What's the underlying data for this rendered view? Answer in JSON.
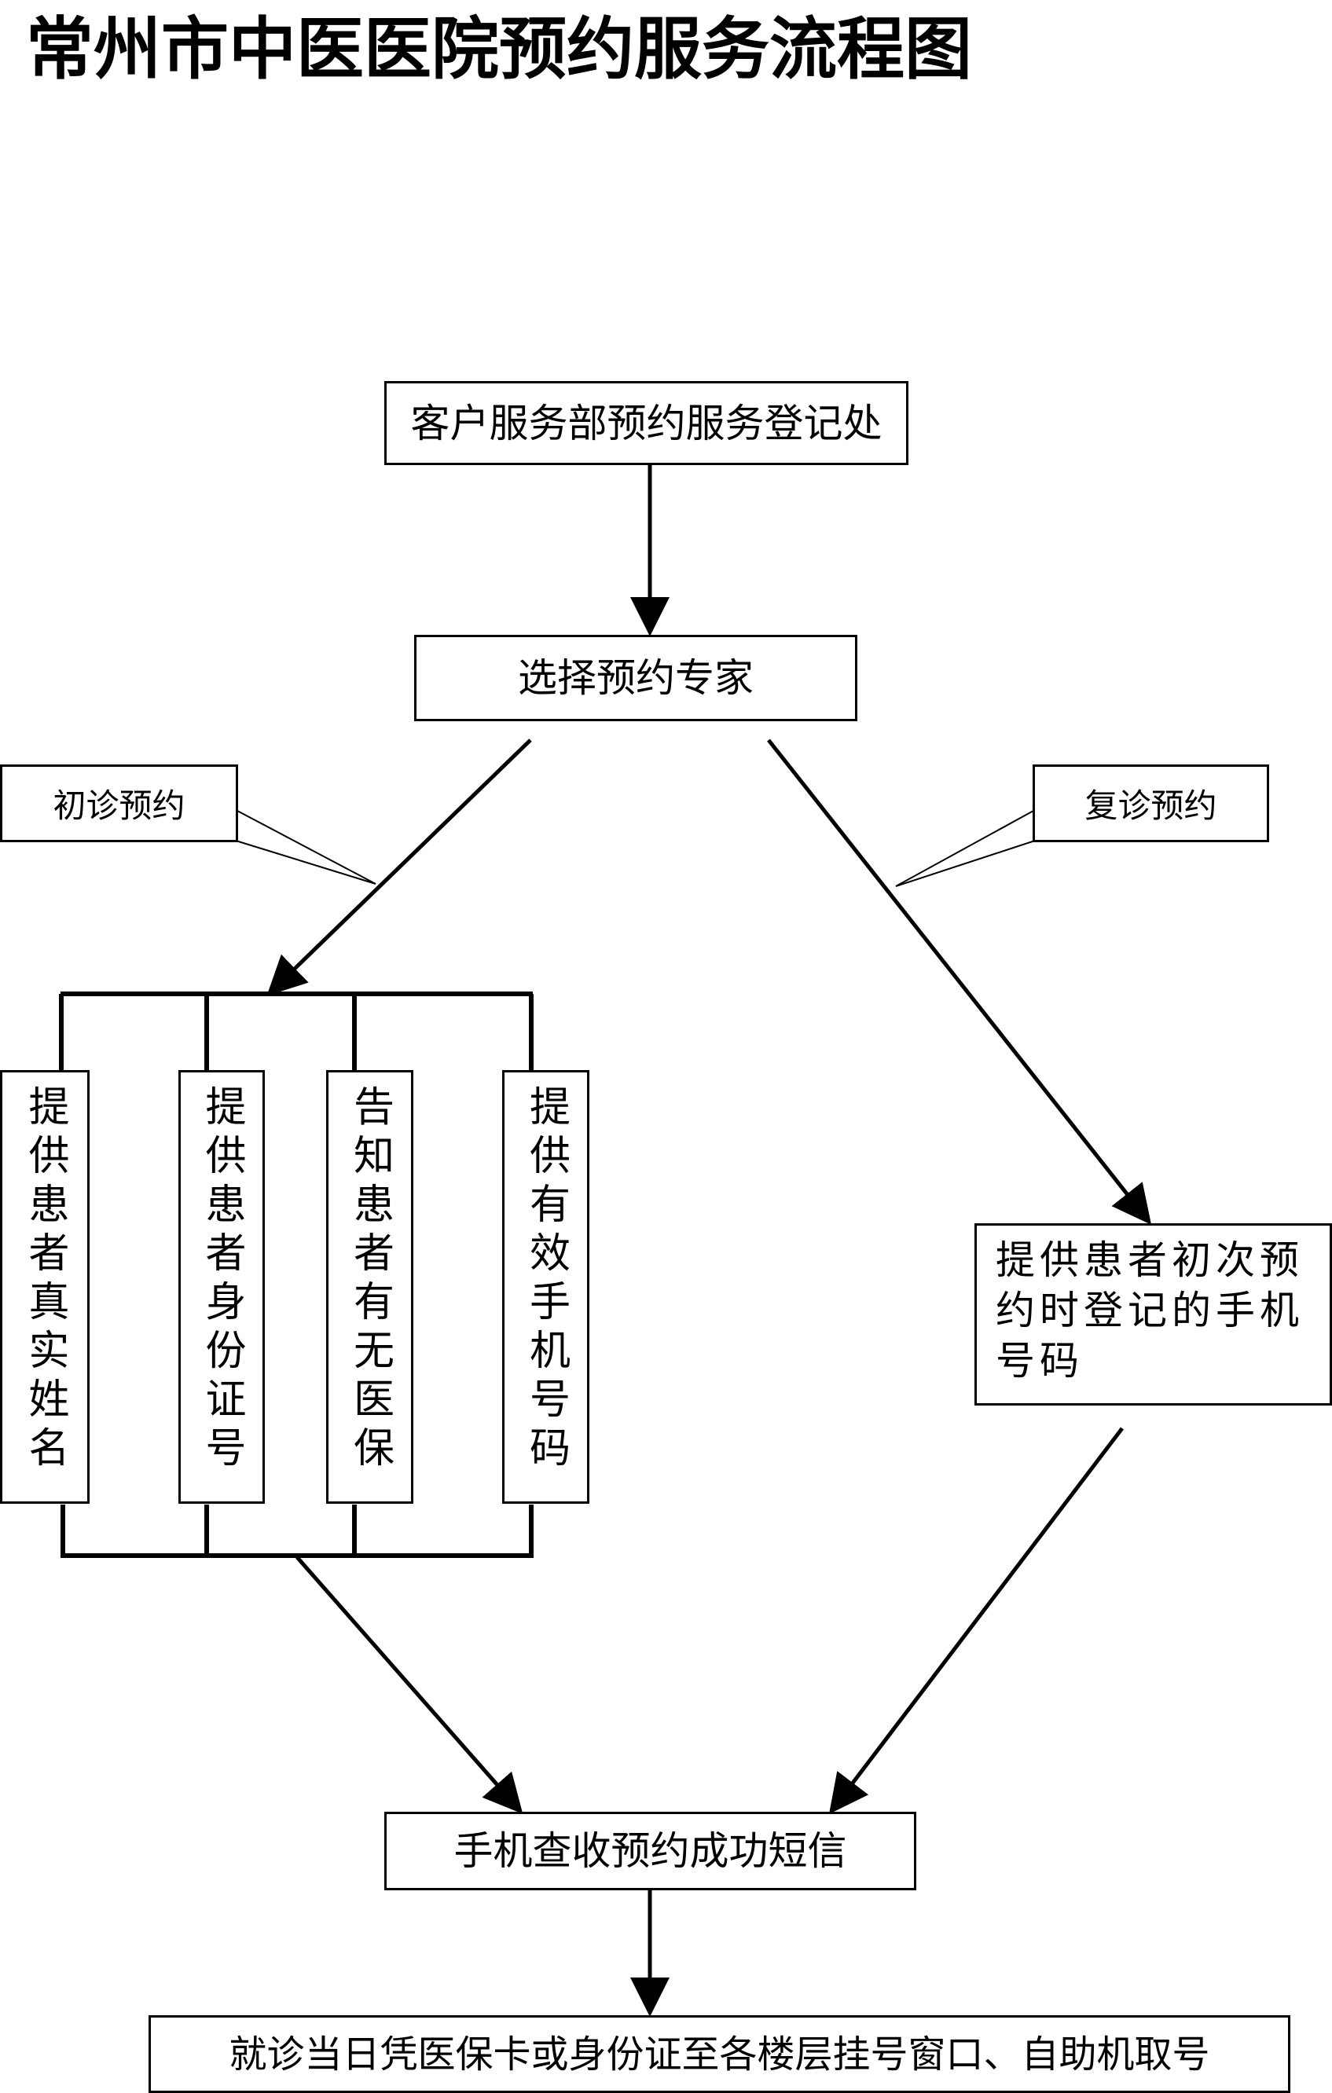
{
  "title": "常州市中医医院预约服务流程图",
  "nodes": {
    "registration": "客户服务部预约服务登记处",
    "choose_expert": "选择预约专家",
    "first_visit": "初诊预约",
    "return_visit": "复诊预约",
    "first_reqs": [
      "提供患者真实姓名",
      "提供患者身份证号",
      "告知患者有无医保",
      "提供有效手机号码"
    ],
    "return_req": "提供患者初次预约时登记的手机号码",
    "sms": "手机查收预约成功短信",
    "final": "就诊当日凭医保卡或身份证至各楼层挂号窗口、自助机取号"
  }
}
